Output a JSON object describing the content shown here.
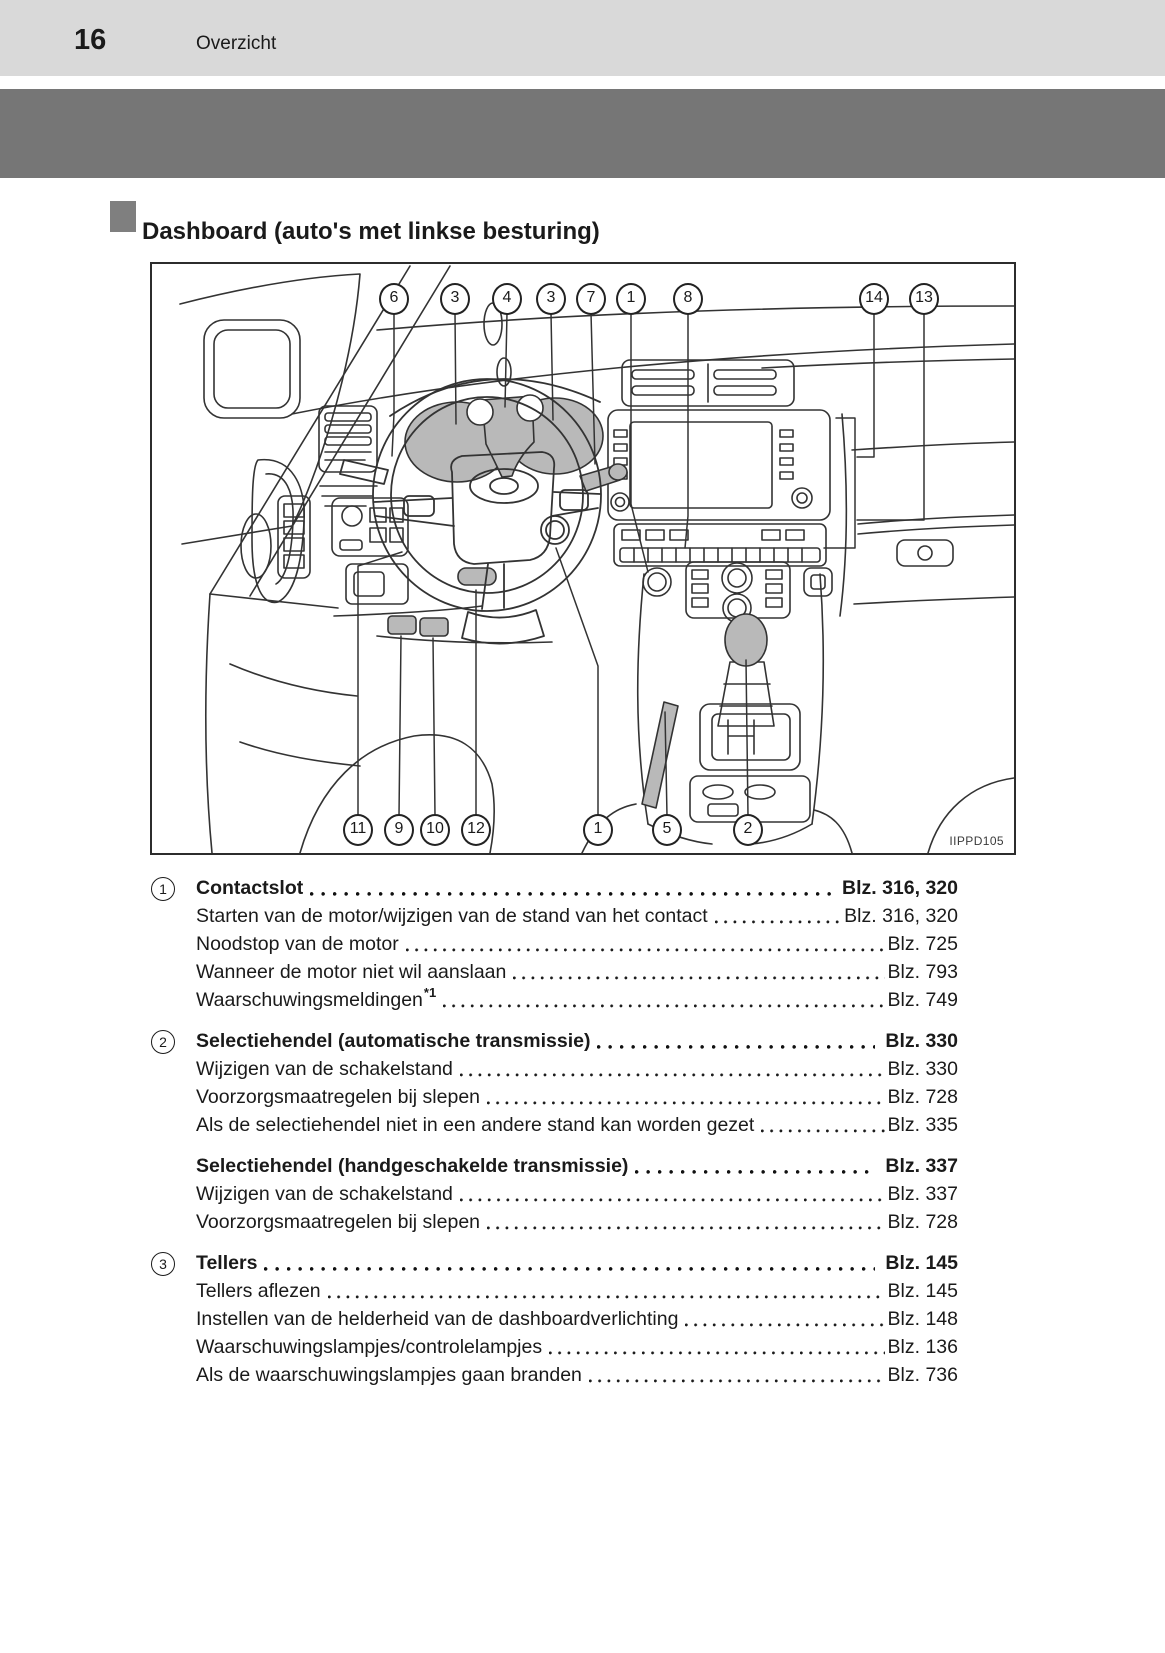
{
  "header": {
    "page_number": "16",
    "chapter": "Overzicht"
  },
  "section": {
    "title": "Dashboard (auto's met linkse besturing)"
  },
  "figure": {
    "code": "IIPPD105",
    "callouts_top": [
      "6",
      "3",
      "4",
      "3",
      "7",
      "1",
      "8",
      "14",
      "13"
    ],
    "callouts_bottom": [
      "11",
      "9",
      "10",
      "12",
      "1",
      "5",
      "2"
    ]
  },
  "toc": {
    "sections": [
      {
        "num": "1",
        "heading": {
          "label": "Contactslot",
          "page": "Blz. 316, 320"
        },
        "items": [
          {
            "label": "Starten van de motor/wijzigen van de stand van het contact",
            "page": "Blz. 316, 320"
          },
          {
            "label": "Noodstop van de motor",
            "page": "Blz. 725"
          },
          {
            "label": "Wanneer de motor niet wil aanslaan",
            "page": "Blz. 793"
          },
          {
            "label": "Waarschuwingsmeldingen",
            "sup": "*1",
            "page": "Blz. 749"
          }
        ]
      },
      {
        "num": "2",
        "heading": {
          "label": "Selectiehendel (automatische transmissie)",
          "page": "Blz. 330"
        },
        "items": [
          {
            "label": "Wijzigen van de schakelstand",
            "page": "Blz. 330"
          },
          {
            "label": "Voorzorgsmaatregelen bij slepen",
            "page": "Blz. 728"
          },
          {
            "label": "Als de selectiehendel niet in een andere stand kan worden gezet",
            "page": "Blz. 335"
          }
        ],
        "subheading": {
          "label": "Selectiehendel (handgeschakelde transmissie)",
          "page": "Blz. 337"
        },
        "subitems": [
          {
            "label": "Wijzigen van de schakelstand",
            "page": "Blz. 337"
          },
          {
            "label": "Voorzorgsmaatregelen bij slepen",
            "page": "Blz. 728"
          }
        ]
      },
      {
        "num": "3",
        "heading": {
          "label": "Tellers",
          "page": "Blz. 145"
        },
        "items": [
          {
            "label": "Tellers aflezen",
            "page": "Blz. 145"
          },
          {
            "label": "Instellen van de helderheid van de dashboardverlichting",
            "page": "Blz. 148"
          },
          {
            "label": "Waarschuwingslampjes/controlelampjes",
            "page": "Blz. 136"
          },
          {
            "label": "Als de waarschuwingslampjes gaan branden",
            "page": "Blz. 736"
          }
        ]
      }
    ]
  },
  "colors": {
    "header_bg": "#d9d9d9",
    "banner": "#767676",
    "bullet": "#7f7f7f",
    "diagram_shade": "#b9b9b9",
    "text": "#1a1a1a"
  }
}
